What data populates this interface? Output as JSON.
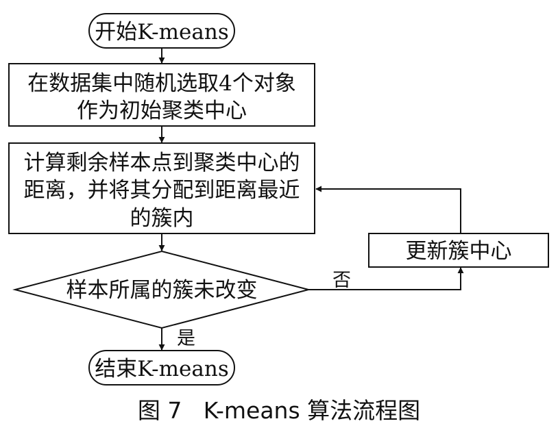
{
  "flowchart": {
    "start": "开始K-means",
    "select_line1": "在数据集中随机选取4个对象",
    "select_line2": "作为初始聚类中心",
    "compute_line1": "计算剩余样本点到聚类中心的",
    "compute_line2": "距离，并将其分配到距离最近",
    "compute_line3": "的簇内",
    "update": "更新簇中心",
    "decision": "样本所属的簇未改变",
    "no_label": "否",
    "yes_label": "是",
    "end": "结束K-means"
  },
  "caption": "图 7   K-means 算法流程图",
  "colors": {
    "stroke": "#111111",
    "fill": "#ffffff"
  }
}
